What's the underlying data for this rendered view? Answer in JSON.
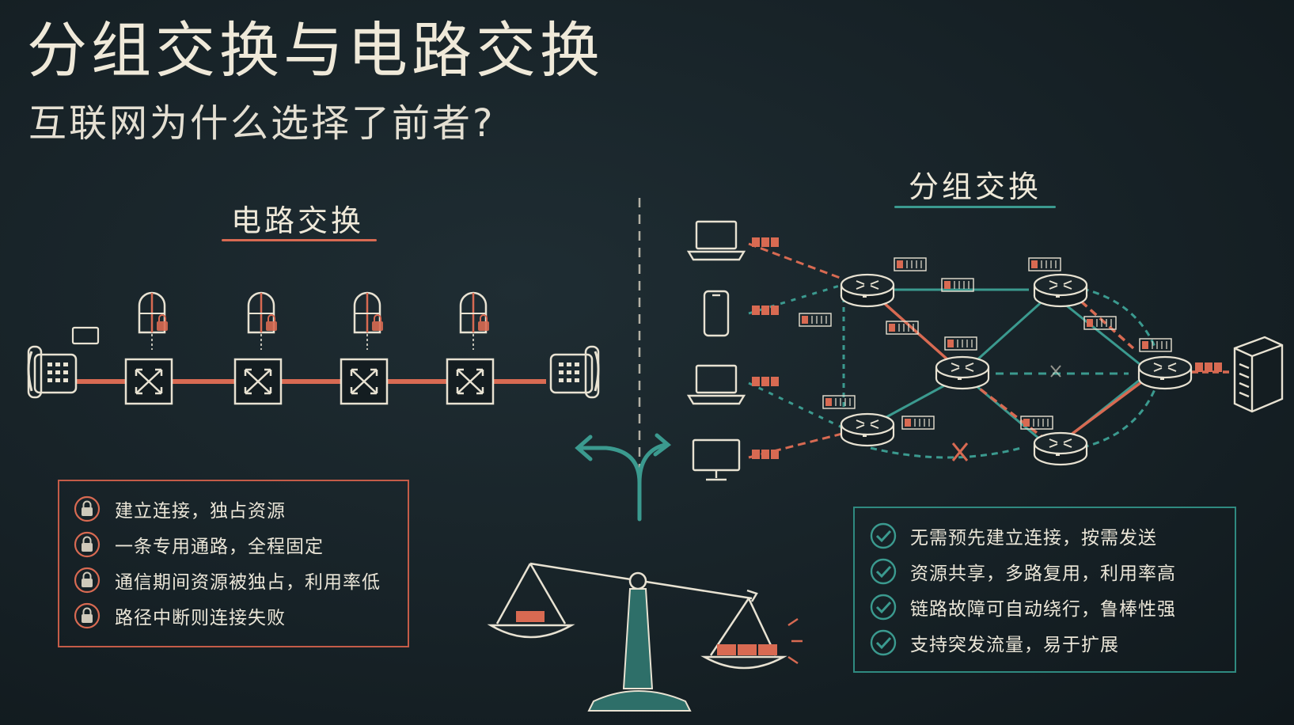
{
  "title": "分组交换与电路交换",
  "subtitle": "互联网为什么选择了前者?",
  "circuit": {
    "title": "电路交换",
    "points": [
      "建立连接，独占资源",
      "一条专用通路，全程固定",
      "通信期间资源被独占，利用率低",
      "路径中断则连接失败"
    ]
  },
  "packet": {
    "title": "分组交换",
    "points": [
      "无需预先建立连接，按需发送",
      "资源共享，多路复用，利用率高",
      "链路故障可自动绕行，鲁棒性强",
      "支持突发流量，易于扩展"
    ]
  },
  "colors": {
    "circuit_accent": "#d86a52",
    "packet_accent": "#3b9a8f",
    "chalk": "#e8e2d2",
    "background": "#172227"
  },
  "icons": {
    "circuit_item": "lock-icon",
    "packet_item": "check-circle-icon",
    "endpoint": "telephone-icon",
    "switch": "crossbar-switch-icon",
    "gate": "locked-gate-icon",
    "router": "router-icon",
    "server": "server-icon",
    "fork": "fork-arrow-icon",
    "balance": "balance-scale-icon",
    "failure": "cross-mark-icon"
  }
}
